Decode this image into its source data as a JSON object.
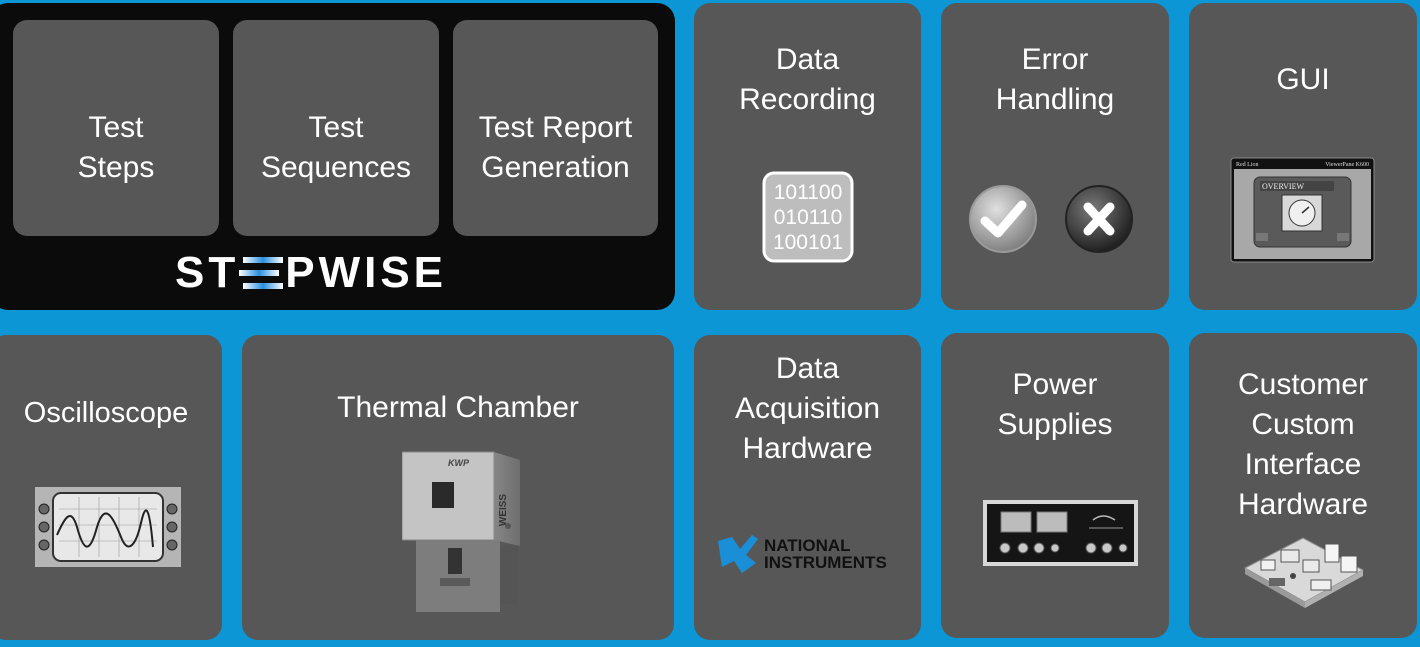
{
  "framework": {
    "steps_title": "Test\nSteps",
    "sequences_title": "Test\nSequences",
    "report_title": "Test Report\nGeneration",
    "logo_left": "ST",
    "logo_right": "PWISE"
  },
  "tiles": {
    "data_recording": {
      "title": "Data\nRecording",
      "binary_lines": [
        "101100",
        "010110",
        "100101"
      ]
    },
    "error_handling": {
      "title": "Error\nHandling",
      "icons": [
        "check-icon",
        "cross-icon"
      ]
    },
    "gui": {
      "title": "GUI",
      "panel_brand": "Red Lion",
      "panel_model": "ViewerPane K600",
      "panel_screen": "OVERVIEW"
    },
    "oscilloscope": {
      "title": "Oscilloscope"
    },
    "thermal_chamber": {
      "title": "Thermal Chamber",
      "brand_top": "KWP",
      "brand_side": "WEISS"
    },
    "data_acquisition": {
      "title": "Data\nAcquisition\nHardware",
      "logo_line1": "NATIONAL",
      "logo_line2": "INSTRUMENTS"
    },
    "power_supplies": {
      "title": "Power\nSupplies"
    },
    "customer_hardware": {
      "title": "Customer\nCustom\nInterface\nHardware"
    }
  },
  "colors": {
    "background": "#0c96d6",
    "tile": "#575757",
    "framework": "#0b0b0b",
    "accent": "#1a8fd8"
  }
}
